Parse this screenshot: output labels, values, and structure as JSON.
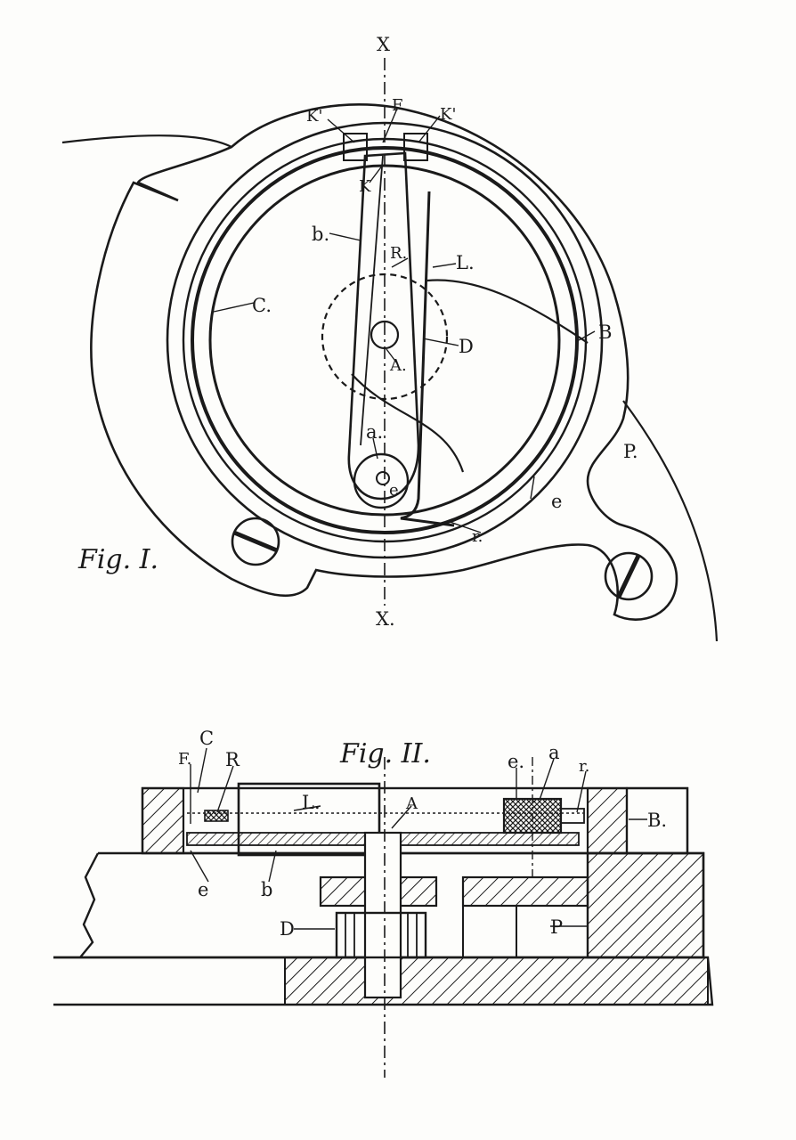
{
  "figures": {
    "fig1": {
      "title": "Fig. I.",
      "labels": {
        "X_top": "X",
        "X_bottom": "X.",
        "K1_left": "K'",
        "F": "F",
        "K1_right": "K'",
        "K": "K",
        "b": "b.",
        "R": "R.",
        "L": "L.",
        "C": "C.",
        "D": "D",
        "A": "A.",
        "B": "B",
        "a": "a.",
        "e_small": "e",
        "e": "e",
        "P": "P.",
        "r": "r."
      }
    },
    "fig2": {
      "title": "Fig. II.",
      "labels": {
        "C": "C",
        "F": "F.",
        "R": "R",
        "L": "L.",
        "A": "A",
        "e_right": "e.",
        "a": "a",
        "r": "r.",
        "B": "B.",
        "e_left": "e",
        "b": "b",
        "D": "D",
        "P": "P"
      }
    }
  }
}
